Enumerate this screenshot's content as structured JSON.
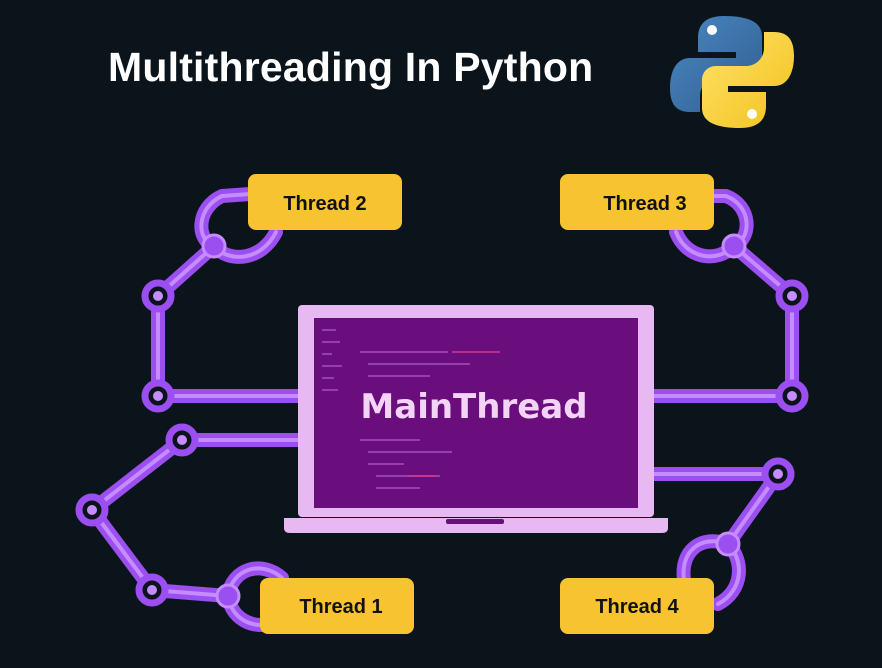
{
  "title": "Multithreading In Python",
  "logo": {
    "name": "python-logo",
    "colors": {
      "blue": "#3a73a8",
      "yellow": "#ffd43b"
    }
  },
  "main": {
    "label": "MainThread"
  },
  "threads": [
    {
      "id": "thread-1",
      "label": "Thread 1"
    },
    {
      "id": "thread-2",
      "label": "Thread 2"
    },
    {
      "id": "thread-3",
      "label": "Thread 3"
    },
    {
      "id": "thread-4",
      "label": "Thread 4"
    }
  ],
  "colors": {
    "background": "#0c141b",
    "arm": "#9b4ff0",
    "arm_light": "#c48cff",
    "label_box": "#f7c331",
    "screen": "#6b0e7d",
    "laptop_frame": "#e7b8f2"
  }
}
